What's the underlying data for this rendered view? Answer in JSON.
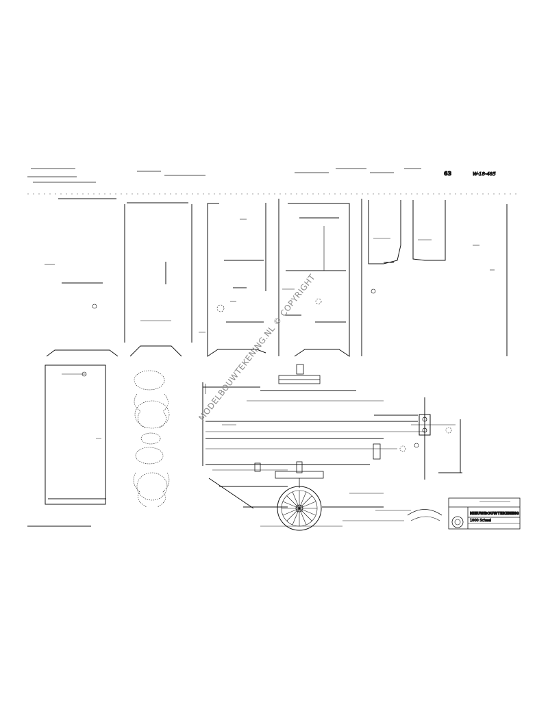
{
  "header": {
    "sheet_number": "63",
    "drawing_code": "W-18-485"
  },
  "watermark": {
    "text": "MODELBOUWTEKENING.NL © COPYRIGHT"
  },
  "title_block": {
    "line1": "NIEUWBOUWTEKENING",
    "line2": "1000 Schaal"
  },
  "colors": {
    "ink": "#111111",
    "paper": "#ffffff",
    "watermark": "#8a8a8a"
  },
  "icons": [
    "seal-stamp-icon",
    "wheel-icon"
  ]
}
